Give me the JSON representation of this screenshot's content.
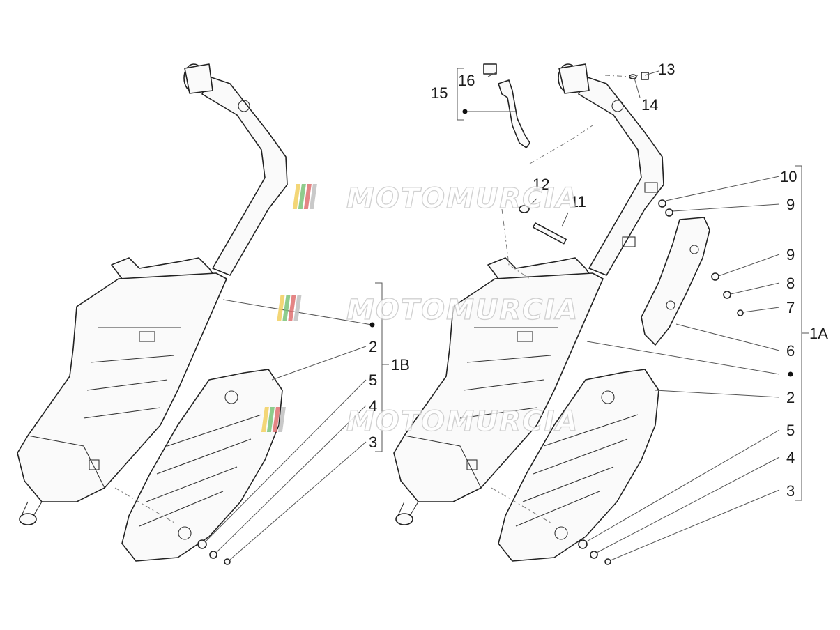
{
  "watermark": {
    "text": "MOTOMURCIA",
    "colors": [
      "#f2d060",
      "#7cc47a",
      "#e07070",
      "#c0c0c0"
    ]
  },
  "labels": {
    "l15": "15",
    "l16": "16",
    "l13": "13",
    "l14": "14",
    "l12": "12",
    "l11": "11",
    "l10": "10",
    "l9a": "9",
    "l9b": "9",
    "l8": "8",
    "l7": "7",
    "l6": "6",
    "l1A": "1A",
    "r2": "2",
    "r5": "5",
    "r4": "4",
    "r3": "3",
    "m2": "2",
    "m5": "5",
    "m4": "4",
    "m3": "3",
    "l1B": "1B"
  }
}
